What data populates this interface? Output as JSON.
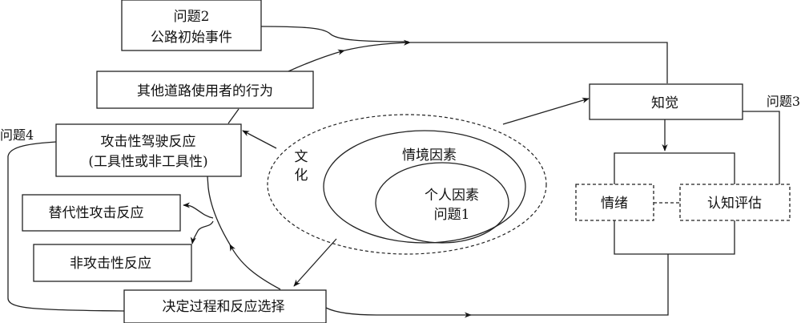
{
  "diagram": {
    "boxes": {
      "road_event": {
        "line1": "问题2",
        "line2": "公路初始事件"
      },
      "other_users": {
        "label": "其他道路使用者的行为"
      },
      "aggressive": {
        "line1": "攻击性驾驶反应",
        "line2": "(工具性或非工具性)"
      },
      "displaced": {
        "label": "替代性攻击反应"
      },
      "non_aggressive": {
        "label": "非攻击性反应"
      },
      "decision": {
        "label": "决定过程和反应选择"
      },
      "perception": {
        "label": "知觉"
      },
      "emotion": {
        "label": "情绪"
      },
      "appraisal": {
        "label": "认知评估"
      }
    },
    "ellipses": {
      "culture": {
        "line1": "文",
        "line2": "化"
      },
      "situational": {
        "label": "情境因素"
      },
      "personal": {
        "line1": "个人因素",
        "line2": "问题1"
      }
    },
    "labels": {
      "issue3": "问题3",
      "issue4": "问题4"
    }
  }
}
